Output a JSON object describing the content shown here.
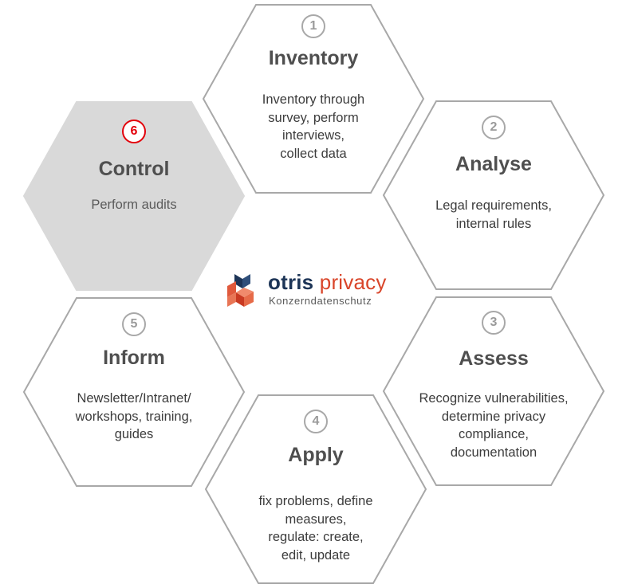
{
  "colors": {
    "hex_stroke": "#a8a8a8",
    "hex_active_fill": "#d9d9d9",
    "active_accent": "#e3000b",
    "title_text": "#4f4f4f",
    "brand_blue": "#1d3557",
    "brand_orange": "#d9452a"
  },
  "logo": {
    "word1": "otris",
    "word2": "privacy",
    "subtitle": "Konzerndatenschutz",
    "icon": "cube-stack-icon"
  },
  "steps": [
    {
      "number": "1",
      "title": "Inventory",
      "lines": [
        "Inventory through",
        "survey, perform",
        "interviews,",
        "collect data"
      ],
      "active": false
    },
    {
      "number": "2",
      "title": "Analyse",
      "lines": [
        "Legal requirements,",
        "internal rules"
      ],
      "active": false
    },
    {
      "number": "3",
      "title": "Assess",
      "lines": [
        "Recognize vulnerabilities,",
        "determine privacy",
        "compliance,",
        "documentation"
      ],
      "active": false
    },
    {
      "number": "4",
      "title": "Apply",
      "lines": [
        "fix problems, define",
        "measures,",
        "regulate: create,",
        "edit, update"
      ],
      "active": false
    },
    {
      "number": "5",
      "title": "Inform",
      "lines": [
        "Newsletter/Intranet/",
        "workshops, training,",
        "guides"
      ],
      "active": false
    },
    {
      "number": "6",
      "title": "Control",
      "lines": [
        "Perform audits"
      ],
      "active": true
    }
  ]
}
